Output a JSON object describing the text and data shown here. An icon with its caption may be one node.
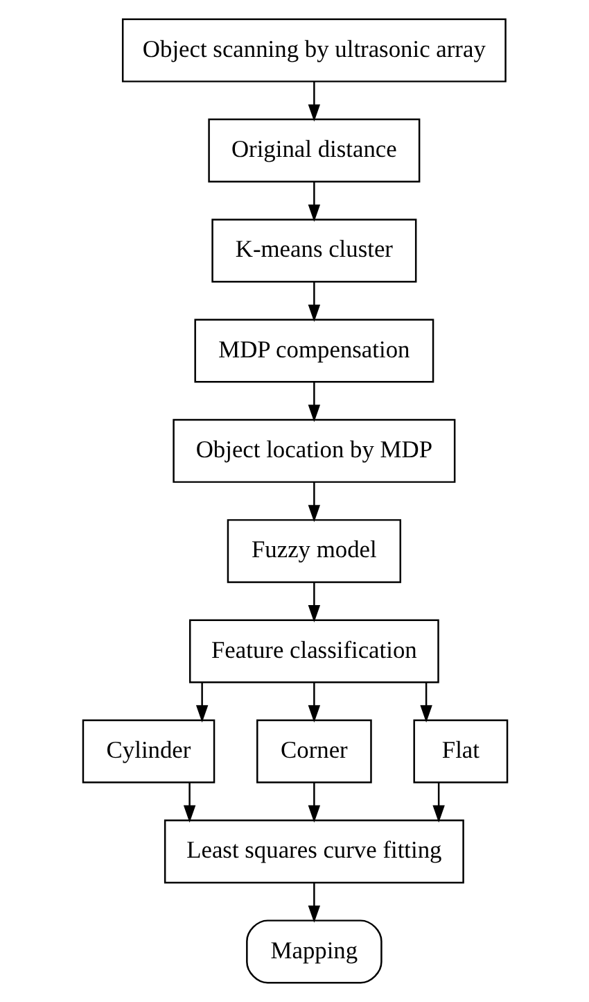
{
  "diagram": {
    "nodes": [
      {
        "text": [
          "Object scanning by ultrasonic array"
        ]
      },
      {
        "text": [
          "Original distance"
        ]
      },
      {
        "text": [
          "K-means cluster"
        ]
      },
      {
        "text": [
          "MDP compensation"
        ]
      },
      {
        "text": [
          "Object location by MDP"
        ]
      },
      {
        "text": [
          "Fuzzy model"
        ]
      },
      {
        "text": [
          "Feature classification"
        ]
      },
      {
        "text": [
          "Cylinder"
        ]
      },
      {
        "text": [
          "Corner"
        ]
      },
      {
        "text": [
          "Flat"
        ]
      },
      {
        "text": [
          "Least squares curve fitting"
        ]
      },
      {
        "text": [
          "Mapping"
        ]
      }
    ],
    "edges": [
      {
        "from": 0,
        "to": 1,
        "arrow": "to"
      },
      {
        "from": 1,
        "to": 2,
        "arrow": "to"
      },
      {
        "from": 2,
        "to": 3,
        "arrow": "to"
      },
      {
        "from": 3,
        "to": 4,
        "arrow": "to"
      },
      {
        "from": 4,
        "to": 5,
        "arrow": "to"
      },
      {
        "from": 5,
        "to": 6,
        "arrow": "to"
      },
      {
        "from": 6,
        "to": 7,
        "arrow": "to"
      },
      {
        "from": 6,
        "to": 8,
        "arrow": "to"
      },
      {
        "from": 6,
        "to": 9,
        "arrow": "to"
      },
      {
        "from": 7,
        "to": 10,
        "arrow": "to"
      },
      {
        "from": 8,
        "to": 10,
        "arrow": "to"
      },
      {
        "from": 9,
        "to": 10,
        "arrow": "to"
      },
      {
        "from": 10,
        "to": 11,
        "arrow": "to"
      }
    ]
  }
}
